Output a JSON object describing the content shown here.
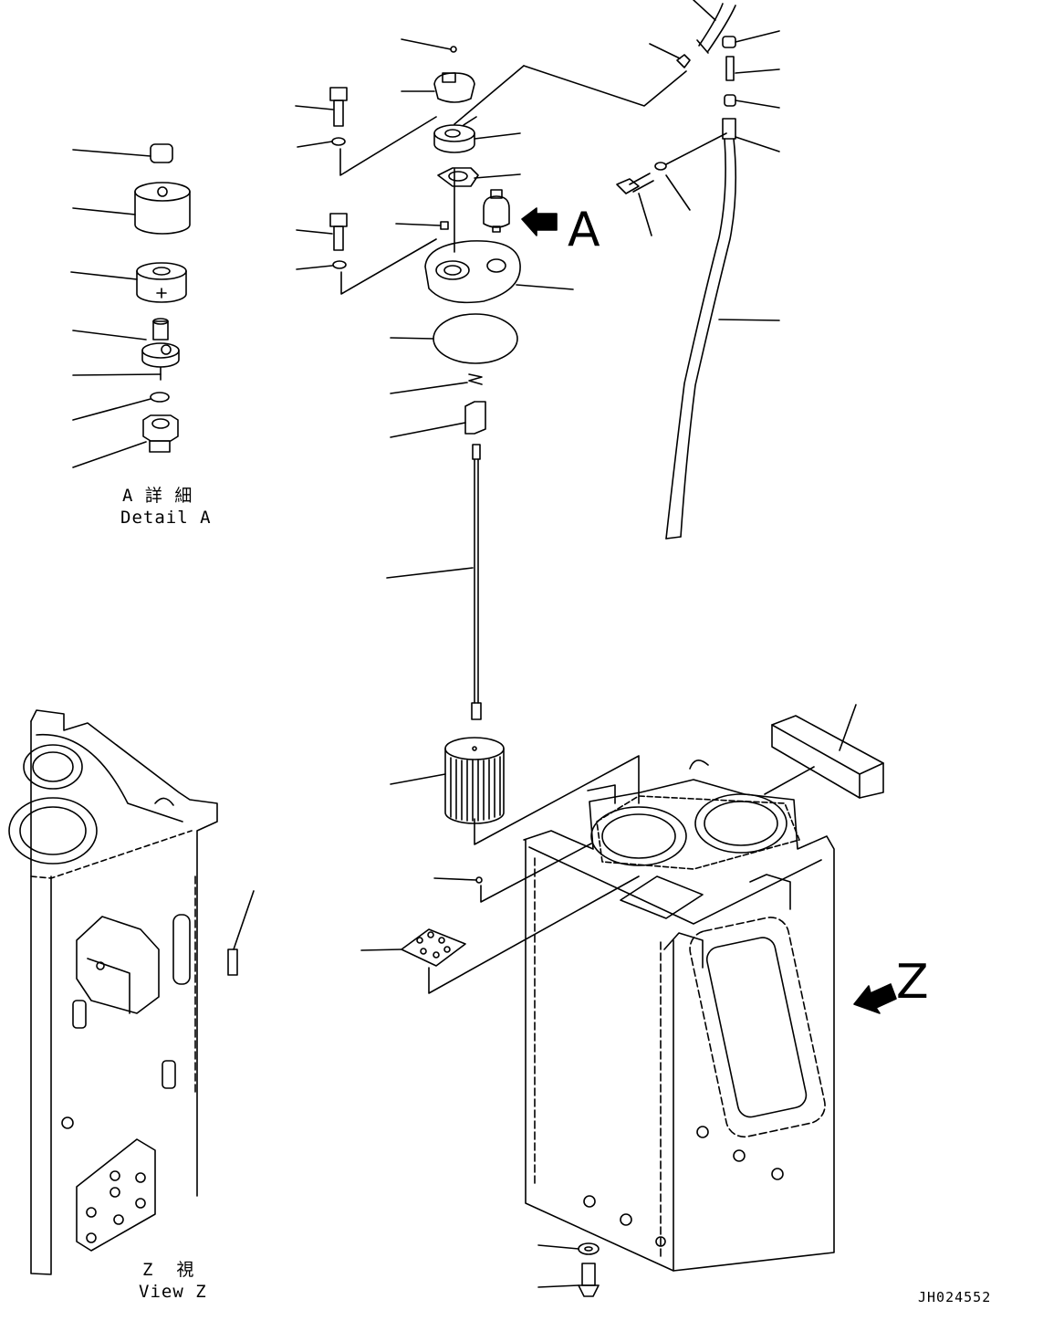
{
  "detail_a": {
    "caption_jp": "A 詳 細",
    "caption_en": "Detail A"
  },
  "view_z": {
    "caption_jp": "Z  視",
    "caption_en": "View Z"
  },
  "markers": {
    "a": "A",
    "z": "Z"
  },
  "drawing_code": "JH024552"
}
